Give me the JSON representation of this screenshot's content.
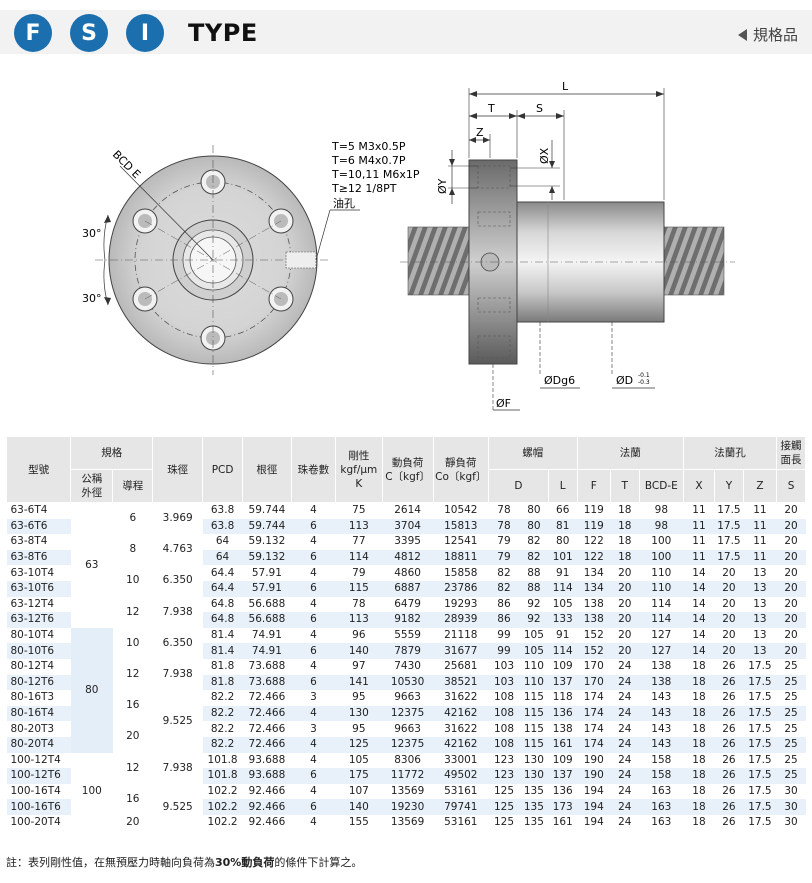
{
  "header": {
    "badges": [
      "F",
      "S",
      "I"
    ],
    "type_label": "TYPE",
    "standard_label": "規格品"
  },
  "drawing": {
    "left": {
      "bcd_label": "BCD E",
      "angle_top": "30°",
      "angle_bottom": "30°",
      "thread_notes": [
        "T=5  M3x0.5P",
        "T=6  M4x0.7P",
        "T=10,11  M6x1P",
        "T≥12  1/8PT"
      ],
      "oil_hole": "油孔"
    },
    "right": {
      "L": "L",
      "T": "T",
      "S": "S",
      "Z": "Z",
      "X": "ØX",
      "Y": "ØY",
      "Dg6": "ØDg6",
      "D": "ØD",
      "D_tol_top": "-0.1",
      "D_tol_bottom": "-0.3",
      "F": "ØF"
    }
  },
  "table": {
    "headers": {
      "model": "型號",
      "spec": "規格",
      "nominal": "公稱\n外徑",
      "lead": "導程",
      "ball": "珠徑",
      "pcd": "PCD",
      "root": "根徑",
      "turns": "珠卷數",
      "stiff": "剛性\nkgf/μm\nK",
      "dyn": "動負荷\nC〔kgf〕",
      "stat": "靜負荷\nCo〔kgf〕",
      "nut": "螺帽",
      "flange": "法蘭",
      "flange_hole": "法蘭孔",
      "contact": "接觸\n面長",
      "D": "D",
      "L": "L",
      "F": "F",
      "T": "T",
      "BCD": "BCD-E",
      "X": "X",
      "Y": "Y",
      "Z": "Z",
      "S": "S"
    },
    "rows": [
      {
        "model": "63-6T4",
        "pcd": "63.8",
        "root": "59.744",
        "turns": "4",
        "k": "75",
        "c": "2614",
        "co": "10542",
        "d": "78",
        "l": "80",
        "l2": "66",
        "f": "119",
        "t": "18",
        "bcd": "98",
        "x": "11",
        "y": "17.5",
        "z": "11",
        "s": "20"
      },
      {
        "model": "63-6T6",
        "pcd": "63.8",
        "root": "59.744",
        "turns": "6",
        "k": "113",
        "c": "3704",
        "co": "15813",
        "d": "78",
        "l": "80",
        "l2": "81",
        "f": "119",
        "t": "18",
        "bcd": "98",
        "x": "11",
        "y": "17.5",
        "z": "11",
        "s": "20"
      },
      {
        "model": "63-8T4",
        "pcd": "64",
        "root": "59.132",
        "turns": "4",
        "k": "77",
        "c": "3395",
        "co": "12541",
        "d": "79",
        "l": "82",
        "l2": "80",
        "f": "122",
        "t": "18",
        "bcd": "100",
        "x": "11",
        "y": "17.5",
        "z": "11",
        "s": "20"
      },
      {
        "model": "63-8T6",
        "pcd": "64",
        "root": "59.132",
        "turns": "6",
        "k": "114",
        "c": "4812",
        "co": "18811",
        "d": "79",
        "l": "82",
        "l2": "101",
        "f": "122",
        "t": "18",
        "bcd": "100",
        "x": "11",
        "y": "17.5",
        "z": "11",
        "s": "20"
      },
      {
        "model": "63-10T4",
        "pcd": "64.4",
        "root": "57.91",
        "turns": "4",
        "k": "79",
        "c": "4860",
        "co": "15858",
        "d": "82",
        "l": "88",
        "l2": "91",
        "f": "134",
        "t": "20",
        "bcd": "110",
        "x": "14",
        "y": "20",
        "z": "13",
        "s": "20"
      },
      {
        "model": "63-10T6",
        "pcd": "64.4",
        "root": "57.91",
        "turns": "6",
        "k": "115",
        "c": "6887",
        "co": "23786",
        "d": "82",
        "l": "88",
        "l2": "114",
        "f": "134",
        "t": "20",
        "bcd": "110",
        "x": "14",
        "y": "20",
        "z": "13",
        "s": "20"
      },
      {
        "model": "63-12T4",
        "pcd": "64.8",
        "root": "56.688",
        "turns": "4",
        "k": "78",
        "c": "6479",
        "co": "19293",
        "d": "86",
        "l": "92",
        "l2": "105",
        "f": "138",
        "t": "20",
        "bcd": "114",
        "x": "14",
        "y": "20",
        "z": "13",
        "s": "20"
      },
      {
        "model": "63-12T6",
        "pcd": "64.8",
        "root": "56.688",
        "turns": "6",
        "k": "113",
        "c": "9182",
        "co": "28939",
        "d": "86",
        "l": "92",
        "l2": "133",
        "f": "138",
        "t": "20",
        "bcd": "114",
        "x": "14",
        "y": "20",
        "z": "13",
        "s": "20"
      },
      {
        "model": "80-10T4",
        "pcd": "81.4",
        "root": "74.91",
        "turns": "4",
        "k": "96",
        "c": "5559",
        "co": "21118",
        "d": "99",
        "l": "105",
        "l2": "91",
        "f": "152",
        "t": "20",
        "bcd": "127",
        "x": "14",
        "y": "20",
        "z": "13",
        "s": "20"
      },
      {
        "model": "80-10T6",
        "pcd": "81.4",
        "root": "74.91",
        "turns": "6",
        "k": "140",
        "c": "7879",
        "co": "31677",
        "d": "99",
        "l": "105",
        "l2": "114",
        "f": "152",
        "t": "20",
        "bcd": "127",
        "x": "14",
        "y": "20",
        "z": "13",
        "s": "20"
      },
      {
        "model": "80-12T4",
        "pcd": "81.8",
        "root": "73.688",
        "turns": "4",
        "k": "97",
        "c": "7430",
        "co": "25681",
        "d": "103",
        "l": "110",
        "l2": "109",
        "f": "170",
        "t": "24",
        "bcd": "138",
        "x": "18",
        "y": "26",
        "z": "17.5",
        "s": "25"
      },
      {
        "model": "80-12T6",
        "pcd": "81.8",
        "root": "73.688",
        "turns": "6",
        "k": "141",
        "c": "10530",
        "co": "38521",
        "d": "103",
        "l": "110",
        "l2": "137",
        "f": "170",
        "t": "24",
        "bcd": "138",
        "x": "18",
        "y": "26",
        "z": "17.5",
        "s": "25"
      },
      {
        "model": "80-16T3",
        "pcd": "82.2",
        "root": "72.466",
        "turns": "3",
        "k": "95",
        "c": "9663",
        "co": "31622",
        "d": "108",
        "l": "115",
        "l2": "118",
        "f": "174",
        "t": "24",
        "bcd": "143",
        "x": "18",
        "y": "26",
        "z": "17.5",
        "s": "25"
      },
      {
        "model": "80-16T4",
        "pcd": "82.2",
        "root": "72.466",
        "turns": "4",
        "k": "130",
        "c": "12375",
        "co": "42162",
        "d": "108",
        "l": "115",
        "l2": "136",
        "f": "174",
        "t": "24",
        "bcd": "143",
        "x": "18",
        "y": "26",
        "z": "17.5",
        "s": "25"
      },
      {
        "model": "80-20T3",
        "pcd": "82.2",
        "root": "72.466",
        "turns": "3",
        "k": "95",
        "c": "9663",
        "co": "31622",
        "d": "108",
        "l": "115",
        "l2": "138",
        "f": "174",
        "t": "24",
        "bcd": "143",
        "x": "18",
        "y": "26",
        "z": "17.5",
        "s": "25"
      },
      {
        "model": "80-20T4",
        "pcd": "82.2",
        "root": "72.466",
        "turns": "4",
        "k": "125",
        "c": "12375",
        "co": "42162",
        "d": "108",
        "l": "115",
        "l2": "161",
        "f": "174",
        "t": "24",
        "bcd": "143",
        "x": "18",
        "y": "26",
        "z": "17.5",
        "s": "25"
      },
      {
        "model": "100-12T4",
        "pcd": "101.8",
        "root": "93.688",
        "turns": "4",
        "k": "105",
        "c": "8306",
        "co": "33001",
        "d": "123",
        "l": "130",
        "l2": "109",
        "f": "190",
        "t": "24",
        "bcd": "158",
        "x": "18",
        "y": "26",
        "z": "17.5",
        "s": "25"
      },
      {
        "model": "100-12T6",
        "pcd": "101.8",
        "root": "93.688",
        "turns": "6",
        "k": "175",
        "c": "11772",
        "co": "49502",
        "d": "123",
        "l": "130",
        "l2": "137",
        "f": "190",
        "t": "24",
        "bcd": "158",
        "x": "18",
        "y": "26",
        "z": "17.5",
        "s": "25"
      },
      {
        "model": "100-16T4",
        "pcd": "102.2",
        "root": "92.466",
        "turns": "4",
        "k": "107",
        "c": "13569",
        "co": "53161",
        "d": "125",
        "l": "135",
        "l2": "136",
        "f": "194",
        "t": "24",
        "bcd": "163",
        "x": "18",
        "y": "26",
        "z": "17.5",
        "s": "30"
      },
      {
        "model": "100-16T6",
        "pcd": "102.2",
        "root": "92.466",
        "turns": "6",
        "k": "140",
        "c": "19230",
        "co": "79741",
        "d": "125",
        "l": "135",
        "l2": "173",
        "f": "194",
        "t": "24",
        "bcd": "163",
        "x": "18",
        "y": "26",
        "z": "17.5",
        "s": "30"
      },
      {
        "model": "100-20T4",
        "pcd": "102.2",
        "root": "92.466",
        "turns": "4",
        "k": "155",
        "c": "13569",
        "co": "53161",
        "d": "125",
        "l": "135",
        "l2": "161",
        "f": "194",
        "t": "24",
        "bcd": "163",
        "x": "18",
        "y": "26",
        "z": "17.5",
        "s": "30"
      }
    ],
    "groups": {
      "nominal": [
        {
          "value": "63",
          "span": 8,
          "blue": false
        },
        {
          "value": "80",
          "span": 8,
          "blue": true
        },
        {
          "value": "100",
          "span": 5,
          "blue": false
        }
      ],
      "lead": [
        {
          "value": "6",
          "span": 2
        },
        {
          "value": "8",
          "span": 2
        },
        {
          "value": "10",
          "span": 2
        },
        {
          "value": "12",
          "span": 2
        },
        {
          "value": "10",
          "span": 2
        },
        {
          "value": "12",
          "span": 2
        },
        {
          "value": "16",
          "span": 2
        },
        {
          "value": "20",
          "span": 2
        },
        {
          "value": "12",
          "span": 2
        },
        {
          "value": "16",
          "span": 2
        },
        {
          "value": "20",
          "span": 1
        }
      ],
      "ball": [
        {
          "value": "3.969",
          "span": 2
        },
        {
          "value": "4.763",
          "span": 2
        },
        {
          "value": "6.350",
          "span": 2
        },
        {
          "value": "7.938",
          "span": 2
        },
        {
          "value": "6.350",
          "span": 2
        },
        {
          "value": "7.938",
          "span": 2
        },
        {
          "value": "9.525",
          "span": 4
        },
        {
          "value": "7.938",
          "span": 2
        },
        {
          "value": "9.525",
          "span": 3
        }
      ]
    }
  },
  "note": {
    "prefix": "註：表列剛性值，在無預壓力時軸向負荷為",
    "bold": "30%動負荷",
    "suffix": "的條件下計算之。"
  }
}
